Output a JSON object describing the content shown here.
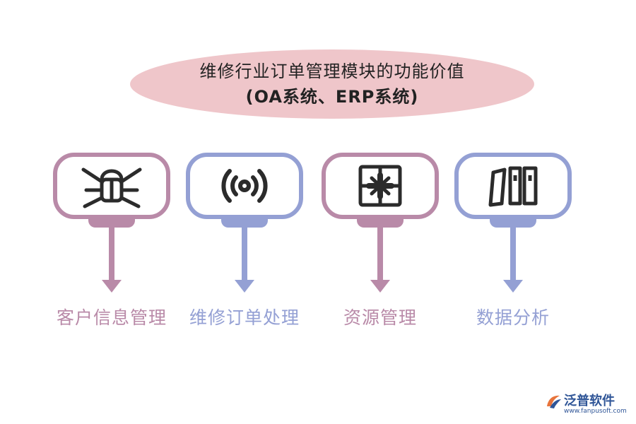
{
  "title": {
    "line1": "维修行业订单管理模块的功能价值",
    "line2": "(OA系统、ERP系统)"
  },
  "colors": {
    "title_bg": "#efc6ca",
    "mauve": "#b98aa8",
    "blue": "#94a0d4",
    "icon": "#2b2b2b",
    "logo": "#2f5597"
  },
  "modules": [
    {
      "label": "客户信息管理",
      "icon": "bug-icon",
      "color": "mauve"
    },
    {
      "label": "维修订单处理",
      "icon": "broadcast-icon",
      "color": "blue"
    },
    {
      "label": "资源管理",
      "icon": "gift-box-icon",
      "color": "mauve"
    },
    {
      "label": "数据分析",
      "icon": "columns-icon",
      "color": "blue"
    }
  ],
  "logo": {
    "name": "泛普软件",
    "url": "www.fanpusoft.com"
  }
}
